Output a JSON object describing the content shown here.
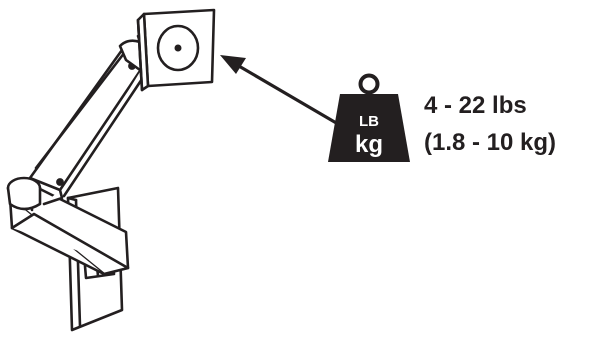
{
  "weight_icon": {
    "top_text": "LB",
    "bottom_text": "kg"
  },
  "capacity": {
    "line1": "4 - 22 lbs",
    "line2": "(1.8 - 10 kg)"
  },
  "colors": {
    "ink": "#231f20",
    "paper": "#ffffff"
  },
  "icons": [
    "monitor-arm-illustration",
    "weight-icon",
    "pointer-arrow-icon"
  ]
}
